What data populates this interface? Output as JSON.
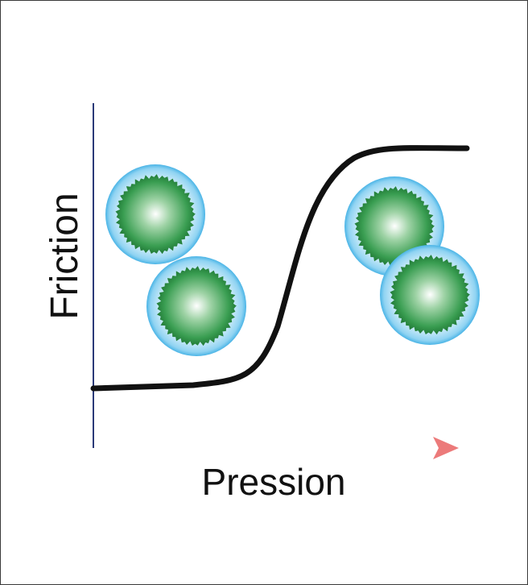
{
  "labels": {
    "y_axis": "Friction",
    "x_axis": "Pression"
  },
  "colors": {
    "axis_y": "#2b3a78",
    "axis_x": "#ef8a8a",
    "curve": "#111111",
    "particle_core": "#2f9a4a",
    "particle_highlight": "#ffffff",
    "particle_shell": "#8fd3f2",
    "particle_shell_edge": "#4ab4e6"
  },
  "curve": {
    "shape": "sigmoid",
    "description_levels": [
      "low",
      "high"
    ]
  },
  "particles": {
    "left_group": {
      "count": 2,
      "state": "separated"
    },
    "right_group": {
      "count": 2,
      "state": "overlapping"
    }
  }
}
